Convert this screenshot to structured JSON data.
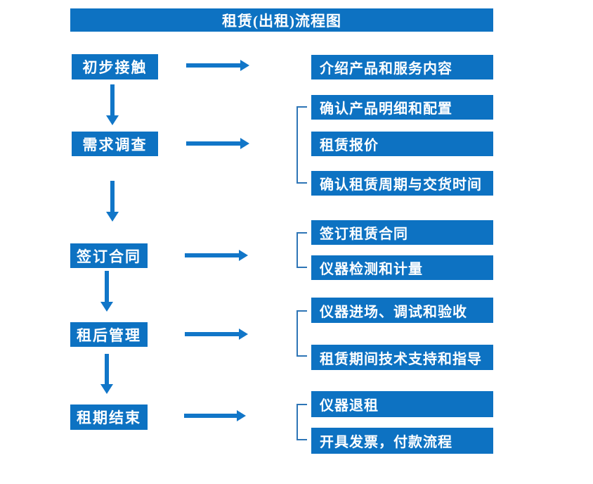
{
  "title": "租赁(出租)流程图",
  "colors": {
    "box_blue": "#0d72c2",
    "arrow_blue": "#1176c8",
    "bracket_blue": "#2e75b6",
    "text_white": "#ffffff"
  },
  "steps": [
    {
      "label": "初步接触",
      "details": [
        "介绍产品和服务内容"
      ]
    },
    {
      "label": "需求调查",
      "details": [
        "确认产品明细和配置",
        "租赁报价",
        "确认租赁周期与交货时间"
      ]
    },
    {
      "label": "签订合同",
      "details": [
        "签订租赁合同",
        "仪器检测和计量"
      ]
    },
    {
      "label": "租后管理",
      "details": [
        "仪器进场、调试和验收",
        "租赁期间技术支持和指导"
      ]
    },
    {
      "label": "租期结束",
      "details": [
        "仪器退租",
        "开具发票，付款流程"
      ]
    }
  ]
}
